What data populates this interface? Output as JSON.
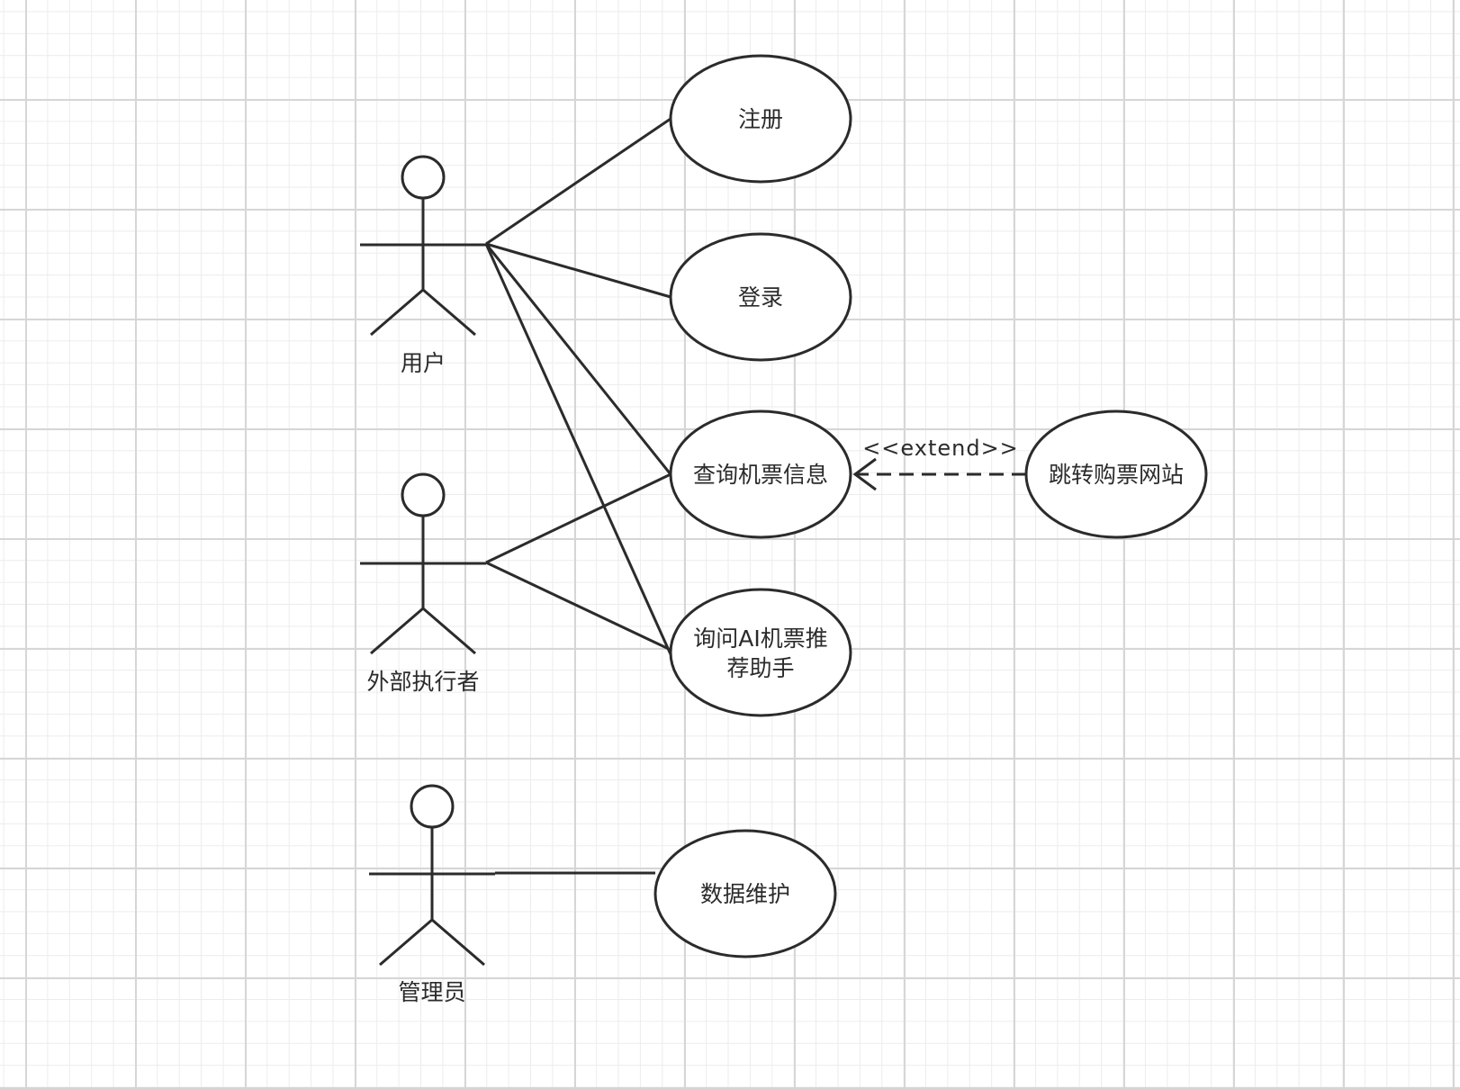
{
  "diagram": {
    "actors": [
      {
        "id": "user",
        "label": "用户"
      },
      {
        "id": "external",
        "label": "外部执行者"
      },
      {
        "id": "admin",
        "label": "管理员"
      }
    ],
    "use_cases": [
      {
        "id": "register",
        "label": "注册"
      },
      {
        "id": "login",
        "label": "登录"
      },
      {
        "id": "query",
        "label": "查询机票信息"
      },
      {
        "id": "ai",
        "label_line1": "询问AI机票推",
        "label_line2": "荐助手"
      },
      {
        "id": "jump",
        "label": "跳转购票网站"
      },
      {
        "id": "maintain",
        "label": "数据维护"
      }
    ],
    "relationships": [
      {
        "from": "user",
        "to": "register",
        "type": "association"
      },
      {
        "from": "user",
        "to": "login",
        "type": "association"
      },
      {
        "from": "user",
        "to": "query",
        "type": "association"
      },
      {
        "from": "user",
        "to": "ai",
        "type": "association"
      },
      {
        "from": "external",
        "to": "query",
        "type": "association"
      },
      {
        "from": "external",
        "to": "ai",
        "type": "association"
      },
      {
        "from": "admin",
        "to": "maintain",
        "type": "association"
      },
      {
        "from": "jump",
        "to": "query",
        "type": "extend",
        "label": "<<extend>>"
      }
    ],
    "colors": {
      "line": "#2b2b2b",
      "grid_major": "#d6d6d6",
      "grid_minor": "#ececec",
      "background": "#ffffff"
    }
  }
}
